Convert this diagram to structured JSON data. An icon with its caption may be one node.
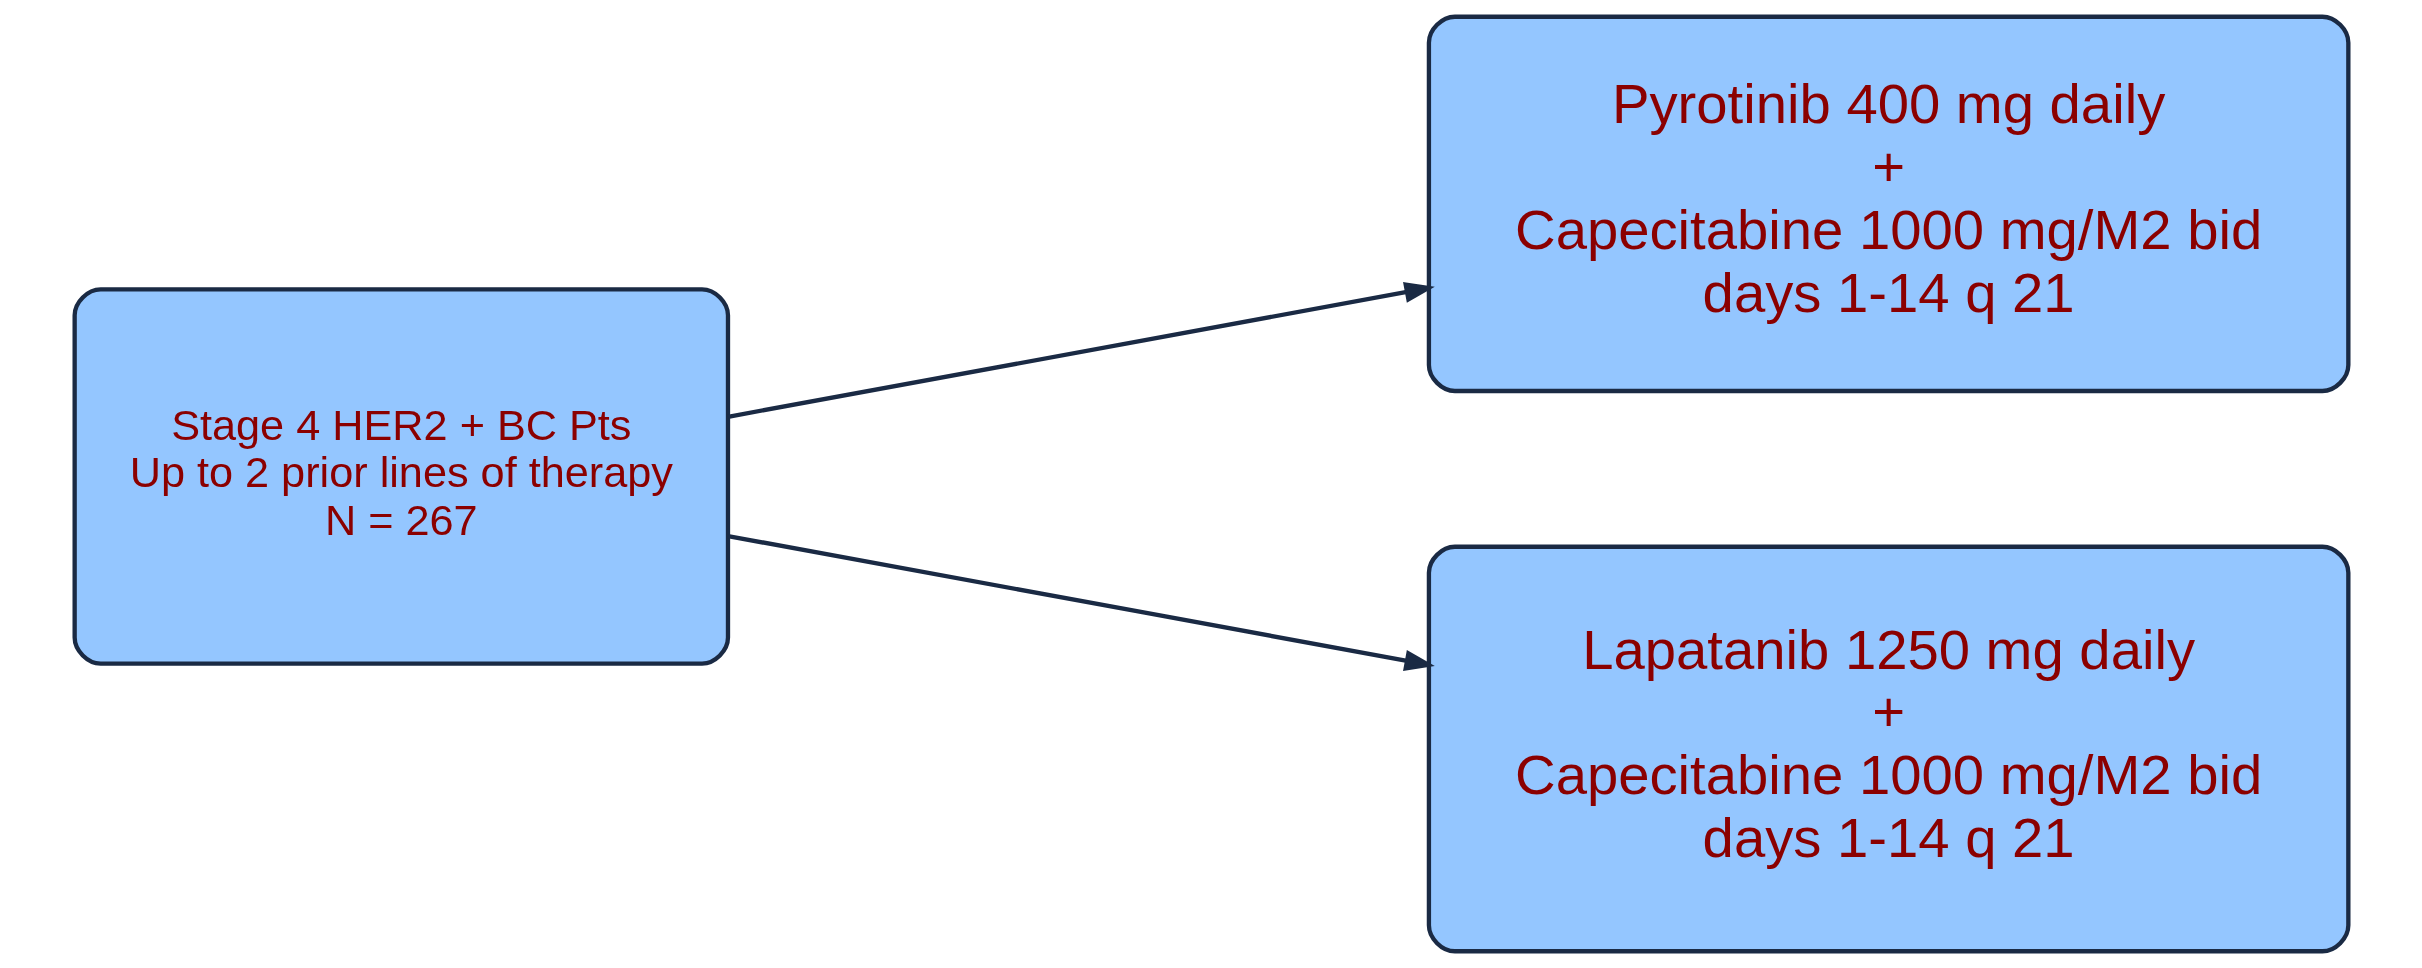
{
  "diagram": {
    "nodes": [
      {
        "text": [
          "Stage 4 HER2 + BC Pts",
          "Up to 2 prior lines of therapy",
          "N = 267"
        ]
      },
      {
        "text": [
          "Pyrotinib 400 mg daily",
          "+",
          "Capecitabine 1000 mg/M2 bid",
          "days 1-14 q 21"
        ]
      },
      {
        "text": [
          "Lapatanib 1250 mg daily",
          "+",
          "Capecitabine 1000 mg/M2 bid",
          "days 1-14 q 21"
        ]
      }
    ],
    "edges": [
      {
        "from": 0,
        "to": 1,
        "arrow": "to"
      },
      {
        "from": 0,
        "to": 2,
        "arrow": "to"
      }
    ]
  }
}
